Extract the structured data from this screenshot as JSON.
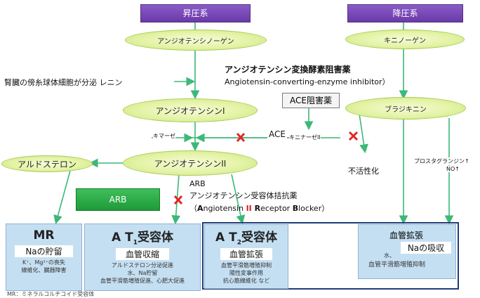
{
  "headers": {
    "pressor": "昇圧系",
    "depressor": "降圧系"
  },
  "nodes": {
    "angiotensinogen": "アンジオテンシノーゲン",
    "kininogen": "キニノーゲン",
    "angiotensin1": "アンジオテンシンI",
    "bradykinin": "ブラジキニン",
    "angiotensin2": "アンジオテンシンII",
    "aldosterone": "アルドステロン"
  },
  "labels": {
    "renin": "腎臓の傍糸球体細胞が分泌 レニン",
    "ace_inhibitor_jp": "アンジオテンシン変換酵素阻害薬",
    "ace_inhibitor_en": "Angiotensin-converting-enzyme inhibitor）",
    "ace_inhibitor_box": "ACE阻害薬",
    "chymase": "キマーゼ",
    "ace": "ACE",
    "kininase": "キニナーゼII",
    "inactivation": "不活性化",
    "prostaglandin": "プロスタグランジン↑",
    "no": "NO↑",
    "arb_box": "ARB",
    "arb_title": "ARB",
    "arb_jp": "アンジオテンシン受容体拮抗薬",
    "arb_en_open": "（",
    "arb_en_A": "A",
    "arb_en_ngiotensin": "ngiotensin ",
    "arb_en_II": "II",
    "arb_en_R": " R",
    "arb_en_eceptor": "eceptor ",
    "arb_en_B": "B",
    "arb_en_locker": "locker）",
    "mr_note": "MR：ミネラルコルチコイド受容体"
  },
  "receptors": {
    "mr": {
      "title": "MR",
      "label": "Naの貯留",
      "detail1": "K⁺、Mg²⁺の喪失",
      "detail2": "線維化、臓器障害"
    },
    "at1": {
      "title_a": "A T",
      "title_sub": "1",
      "title_b": "受容体",
      "label": "血管収縮",
      "detail1": "アルドステロン分泌促進",
      "detail2": "水、Na貯留",
      "detail3": "血管平滑筋増殖促進、心肥大促進"
    },
    "at2": {
      "title_a": "A T",
      "title_sub": "2",
      "title_b": "受容体",
      "label": "血管拡張",
      "detail1": "血管平滑筋増殖抑制",
      "detail2": "陽性変事作用",
      "detail3": "抗心筋線維化 など"
    },
    "vaso": {
      "label1": "血管拡張",
      "label2": "Naの吸収",
      "detail0": "水、",
      "detail1": "血管平滑筋増殖抑制"
    }
  },
  "colors": {
    "arrow": "#3cb878",
    "block": "#e0282a",
    "header": "#7b4bb8",
    "arb": "#2aa84a",
    "receptor": "#c5dff2",
    "frame": "#1f3d7a"
  }
}
